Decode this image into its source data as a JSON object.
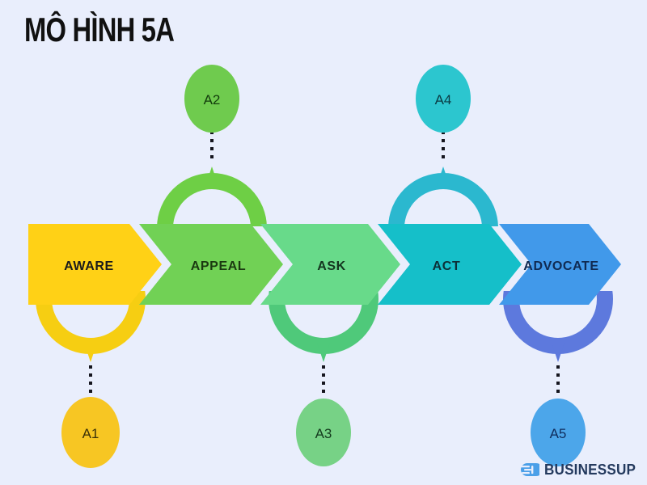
{
  "page": {
    "title": "MÔ HÌNH 5A",
    "background_color": "#e9eefc"
  },
  "brand": {
    "name": "BUSINESSUP",
    "icon": "businessup-speed-icon",
    "icon_color": "#4a9fe8",
    "text_color": "#243a5e"
  },
  "stages": [
    {
      "id": "aware",
      "label": "AWARE",
      "color": "#ffd116",
      "text_color": "#1b1b1b",
      "marker": "A1",
      "marker_side": "bottom",
      "marker_color": "#f7c623",
      "arc_color": "#f6ce12"
    },
    {
      "id": "appeal",
      "label": "APPEAL",
      "color": "#71d155",
      "text_color": "#1b3a11",
      "marker": "A2",
      "marker_side": "top",
      "marker_color": "#6fcb4e",
      "arc_color": "#6ecf45"
    },
    {
      "id": "ask",
      "label": "ASK",
      "color": "#68da8a",
      "text_color": "#14351f",
      "marker": "A3",
      "marker_side": "bottom",
      "marker_color": "#77d286",
      "arc_color": "#4fc97a"
    },
    {
      "id": "act",
      "label": "ACT",
      "color": "#15bfc9",
      "text_color": "#0c3038",
      "marker": "A4",
      "marker_side": "top",
      "marker_color": "#2cc6cf",
      "arc_color": "#2bb8cf"
    },
    {
      "id": "advocate",
      "label": "ADVOCATE",
      "color": "#4199ea",
      "text_color": "#102a52",
      "marker": "A5",
      "marker_side": "bottom",
      "marker_color": "#4ca6ea",
      "arc_color": "#5d79dd"
    }
  ]
}
